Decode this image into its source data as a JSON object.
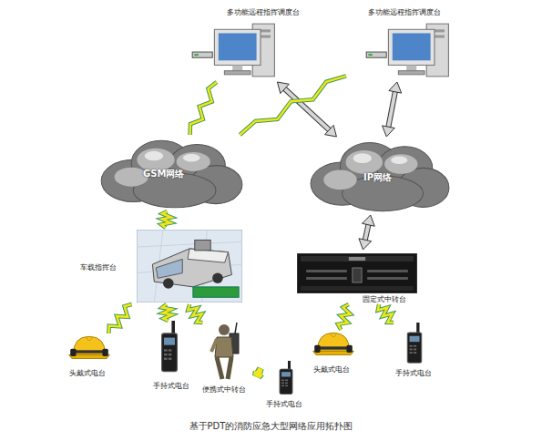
{
  "diagram": {
    "caption": "基于PDT的消防应急大型网络应用拓扑图",
    "nodes": [
      {
        "text": [
          "多功能远程指挥调度台"
        ]
      },
      {
        "text": [
          "多功能远程指挥调度台"
        ]
      },
      {
        "text": [
          "GSM网络"
        ]
      },
      {
        "text": [
          "IP网络"
        ]
      },
      {
        "text": [
          "车载指挥台"
        ]
      },
      {
        "text": [
          "固定式中转台"
        ]
      },
      {
        "text": [
          "头戴式电台"
        ]
      },
      {
        "text": [
          "手持式电台"
        ]
      },
      {
        "text": [
          "便携式中转台"
        ]
      },
      {
        "text": [
          "手持式电台"
        ]
      },
      {
        "text": [
          "头戴式电台"
        ]
      },
      {
        "text": [
          "手持式电台"
        ]
      }
    ],
    "edges": [
      {
        "from": 0,
        "to": 2,
        "arrow": "none"
      },
      {
        "from": 0,
        "to": 3,
        "arrow": "both"
      },
      {
        "from": 1,
        "to": 2,
        "arrow": "none"
      },
      {
        "from": 1,
        "to": 3,
        "arrow": "both"
      },
      {
        "from": 2,
        "to": 4,
        "arrow": "none"
      },
      {
        "from": 3,
        "to": 5,
        "arrow": "both"
      },
      {
        "from": 4,
        "to": 6,
        "arrow": "none"
      },
      {
        "from": 4,
        "to": 7,
        "arrow": "none"
      },
      {
        "from": 4,
        "to": 8,
        "arrow": "none"
      },
      {
        "from": 8,
        "to": 9,
        "arrow": "none"
      },
      {
        "from": 5,
        "to": 10,
        "arrow": "none"
      },
      {
        "from": 5,
        "to": 11,
        "arrow": "none"
      }
    ]
  }
}
